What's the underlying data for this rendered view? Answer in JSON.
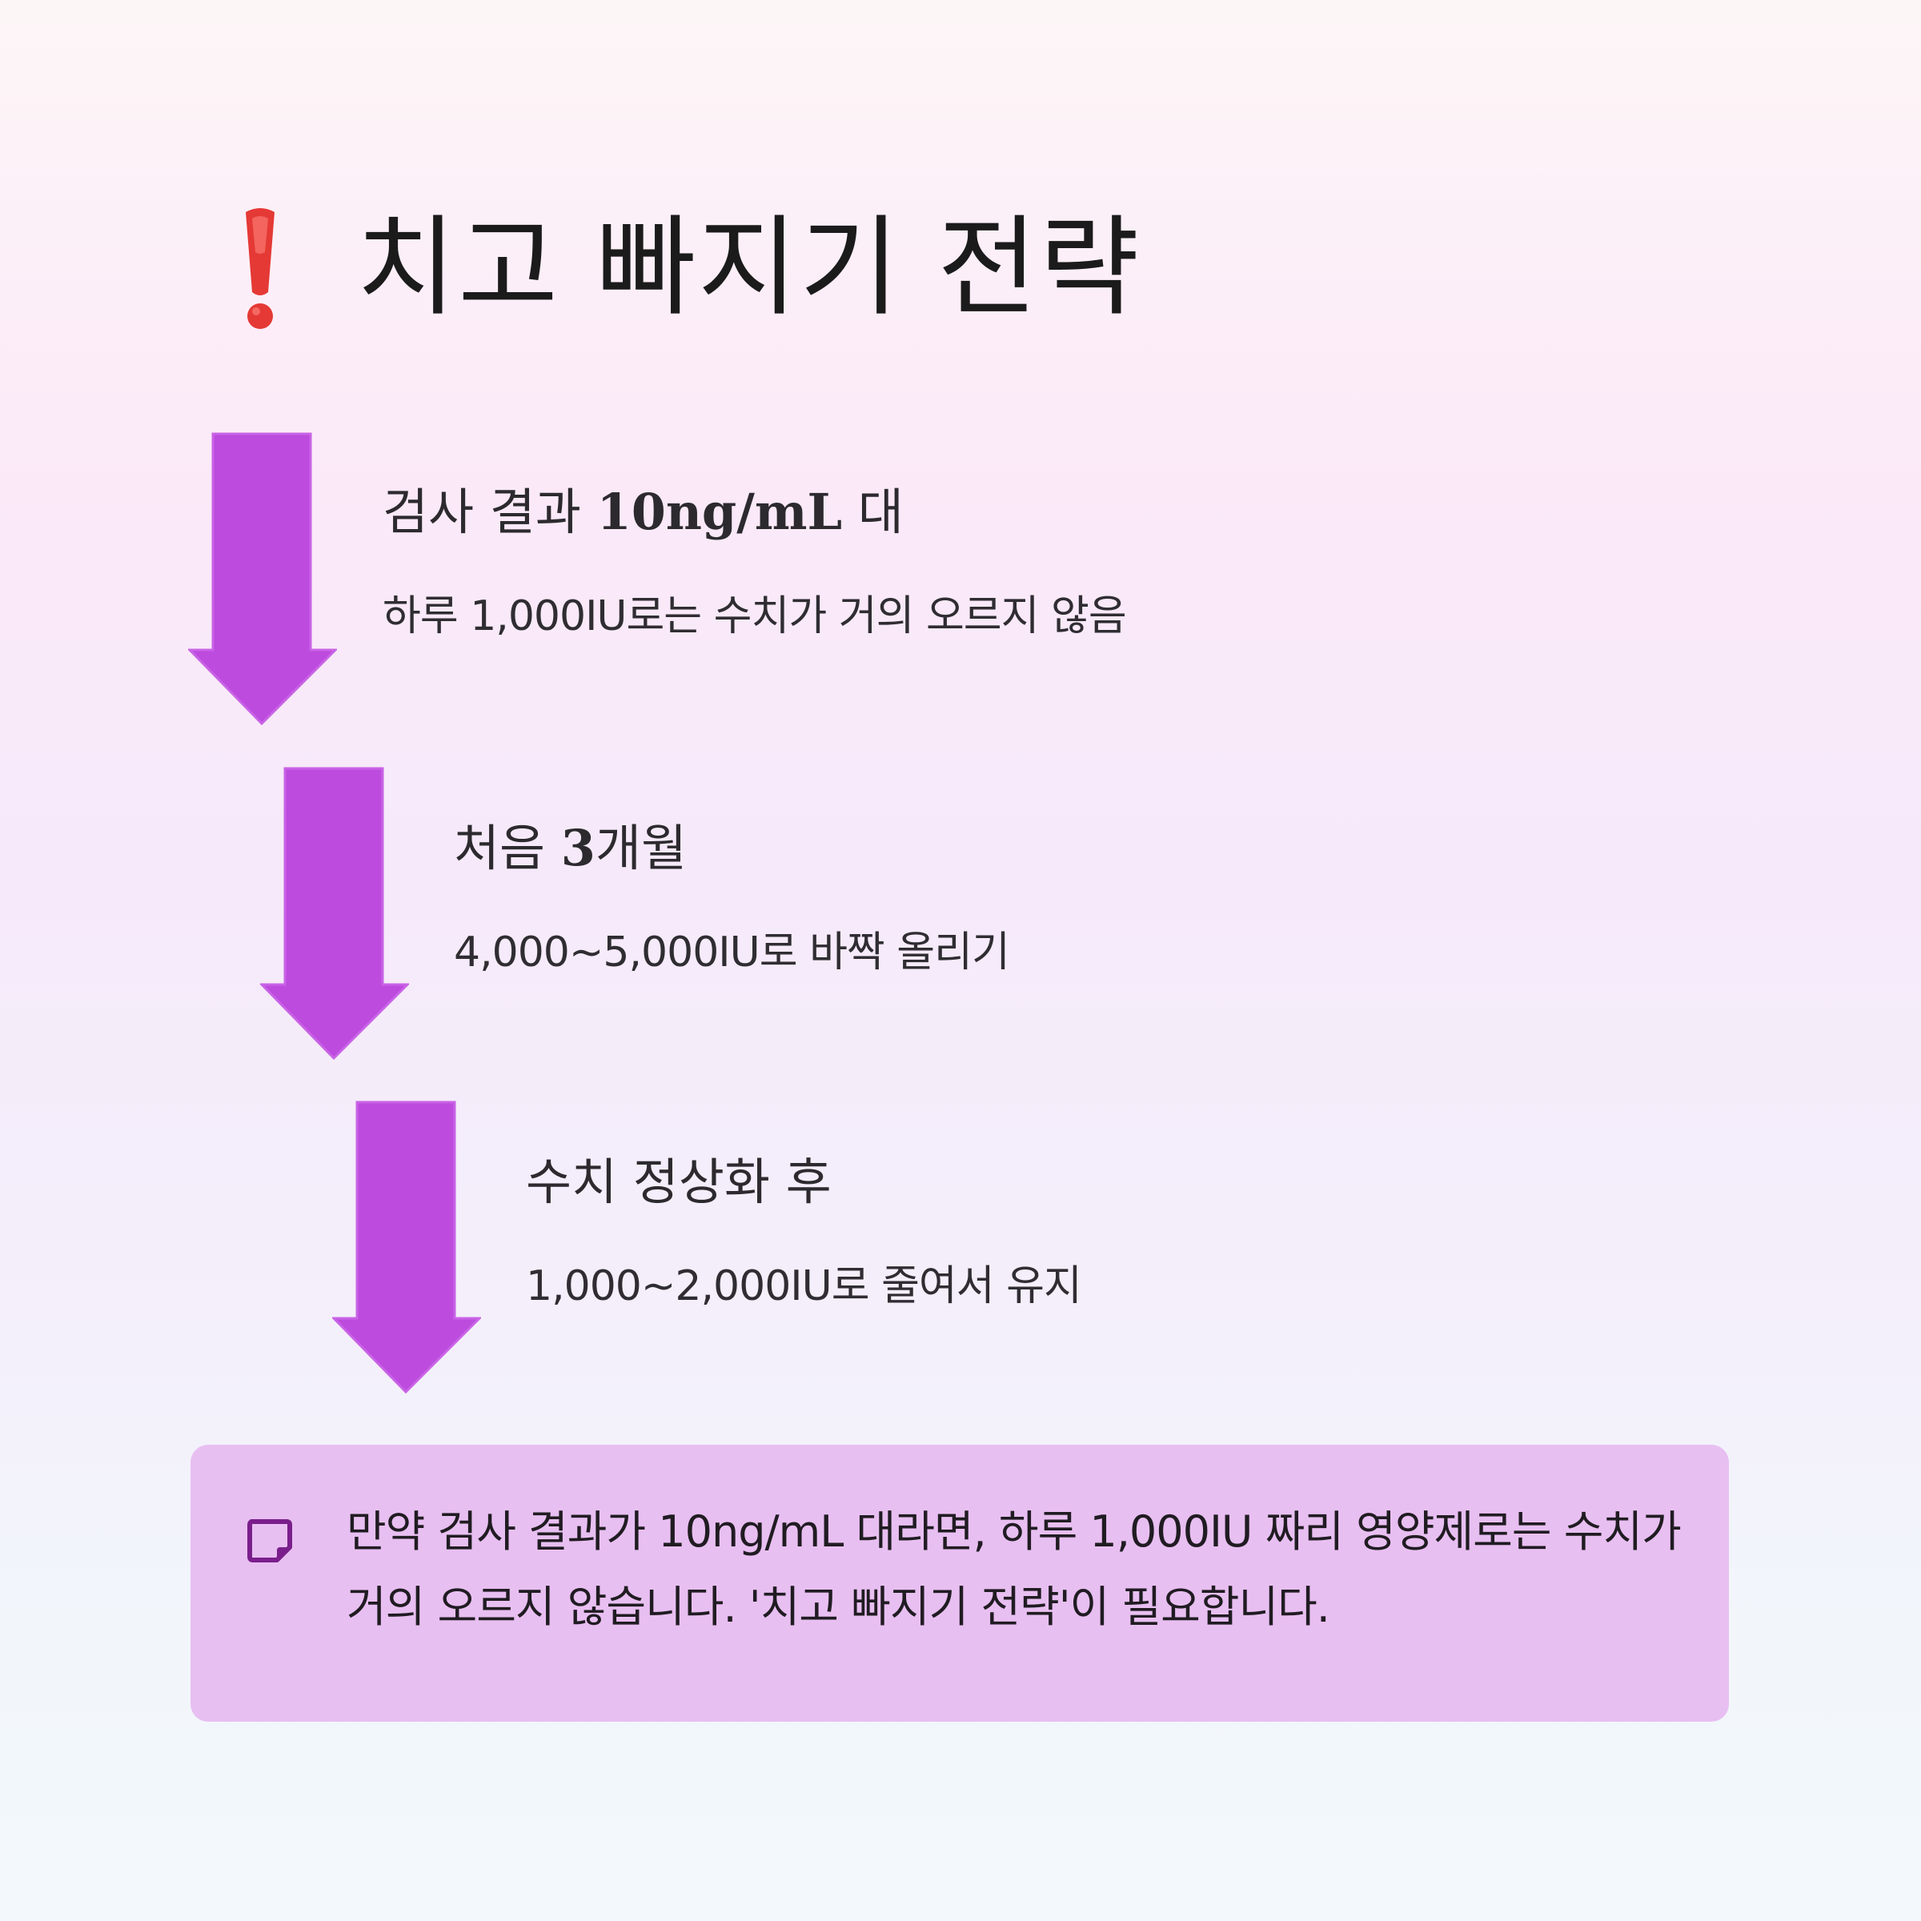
{
  "header": {
    "icon": "exclamation-icon",
    "title": "치고 빠지기 전략"
  },
  "colors": {
    "arrow": "#bd4bde",
    "note_bg": "#e8bff1",
    "exclamation": "#e53935",
    "note_icon": "#7a1e8c"
  },
  "steps": [
    {
      "icon": "down-arrow-icon",
      "title_prefix": "검사 결과 ",
      "title_strong": "10ng/mL",
      "title_suffix": " 대",
      "desc": "하루 1,000IU로는 수치가 거의 오르지 않음"
    },
    {
      "icon": "down-arrow-icon",
      "title_prefix": "처음 ",
      "title_strong": "3",
      "title_suffix": "개월",
      "desc": "4,000~5,000IU로 바짝 올리기"
    },
    {
      "icon": "down-arrow-icon",
      "title_prefix": "수치 정상화 후",
      "title_strong": "",
      "title_suffix": "",
      "desc": "1,000~2,000IU로 줄여서 유지"
    }
  ],
  "note": {
    "icon": "memo-icon",
    "text": "만약 검사 결과가 10ng/mL 대라면, 하루 1,000IU 짜리 영양제로는 수치가 거의 오르지 않습니다. '치고 빠지기 전략'이 필요합니다."
  }
}
